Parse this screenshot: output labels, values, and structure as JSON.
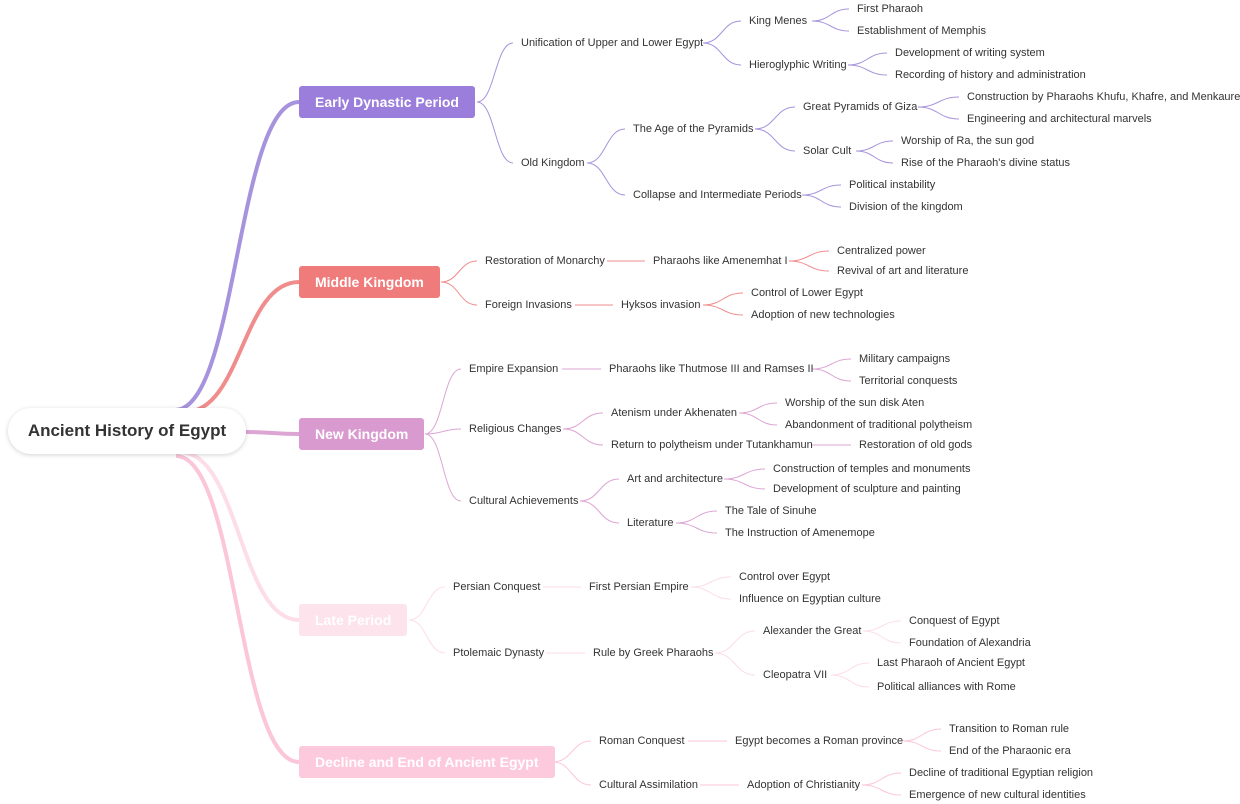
{
  "mindmap": {
    "root": "Ancient History of Egypt",
    "branches": [
      {
        "label": "Early Dynastic Period",
        "color": "#9B7EDB",
        "line_color": "#A793DD",
        "children": [
          {
            "label": "Unification of Upper and Lower Egypt",
            "children": [
              {
                "label": "King Menes",
                "children": [
                  {
                    "label": "First Pharaoh"
                  },
                  {
                    "label": "Establishment of Memphis"
                  }
                ]
              },
              {
                "label": "Hieroglyphic Writing",
                "children": [
                  {
                    "label": "Development of writing system"
                  },
                  {
                    "label": "Recording of history and administration"
                  }
                ]
              }
            ]
          },
          {
            "label": "Old Kingdom",
            "children": [
              {
                "label": "The Age of the Pyramids",
                "children": [
                  {
                    "label": "Great Pyramids of Giza",
                    "children": [
                      {
                        "label": "Construction by Pharaohs Khufu, Khafre, and Menkaure"
                      },
                      {
                        "label": "Engineering and architectural marvels"
                      }
                    ]
                  },
                  {
                    "label": "Solar Cult",
                    "children": [
                      {
                        "label": "Worship of Ra, the sun god"
                      },
                      {
                        "label": "Rise of the Pharaoh's divine status"
                      }
                    ]
                  }
                ]
              },
              {
                "label": "Collapse and Intermediate Periods",
                "children": [
                  {
                    "label": "Political instability"
                  },
                  {
                    "label": "Division of the kingdom"
                  }
                ]
              }
            ]
          }
        ]
      },
      {
        "label": "Middle Kingdom",
        "color": "#F07B7B",
        "line_color": "#F08C8C",
        "children": [
          {
            "label": "Restoration of Monarchy",
            "children": [
              {
                "label": "Pharaohs like Amenemhat I",
                "children": [
                  {
                    "label": "Centralized power"
                  },
                  {
                    "label": "Revival of art and literature"
                  }
                ]
              }
            ]
          },
          {
            "label": "Foreign Invasions",
            "children": [
              {
                "label": "Hyksos invasion",
                "children": [
                  {
                    "label": "Control of Lower Egypt"
                  },
                  {
                    "label": "Adoption of new technologies"
                  }
                ]
              }
            ]
          }
        ]
      },
      {
        "label": "New Kingdom",
        "color": "#D99ACF",
        "line_color": "#DDA5D4",
        "children": [
          {
            "label": "Empire Expansion",
            "children": [
              {
                "label": "Pharaohs like Thutmose III and Ramses II",
                "children": [
                  {
                    "label": "Military campaigns"
                  },
                  {
                    "label": "Territorial conquests"
                  }
                ]
              }
            ]
          },
          {
            "label": "Religious Changes",
            "children": [
              {
                "label": "Atenism under Akhenaten",
                "children": [
                  {
                    "label": "Worship of the sun disk Aten"
                  },
                  {
                    "label": "Abandonment of traditional polytheism"
                  }
                ]
              },
              {
                "label": "Return to polytheism under Tutankhamun",
                "children": [
                  {
                    "label": "Restoration of old gods"
                  }
                ]
              }
            ]
          },
          {
            "label": "Cultural Achievements",
            "children": [
              {
                "label": "Art and architecture",
                "children": [
                  {
                    "label": "Construction of temples and monuments"
                  },
                  {
                    "label": "Development of sculpture and painting"
                  }
                ]
              },
              {
                "label": "Literature",
                "children": [
                  {
                    "label": "The Tale of Sinuhe"
                  },
                  {
                    "label": "The Instruction of Amenemope"
                  }
                ]
              }
            ]
          }
        ]
      },
      {
        "label": "Late Period",
        "color": "#FCE3EC",
        "line_color": "#FCDDE8",
        "children": [
          {
            "label": "Persian Conquest",
            "children": [
              {
                "label": "First Persian Empire",
                "children": [
                  {
                    "label": "Control over Egypt"
                  },
                  {
                    "label": "Influence on Egyptian culture"
                  }
                ]
              }
            ]
          },
          {
            "label": "Ptolemaic Dynasty",
            "children": [
              {
                "label": "Rule by Greek Pharaohs",
                "children": [
                  {
                    "label": "Alexander the Great",
                    "children": [
                      {
                        "label": "Conquest of Egypt"
                      },
                      {
                        "label": "Foundation of Alexandria"
                      }
                    ]
                  },
                  {
                    "label": "Cleopatra VII",
                    "children": [
                      {
                        "label": "Last Pharaoh of Ancient Egypt"
                      },
                      {
                        "label": "Political alliances with Rome"
                      }
                    ]
                  }
                ]
              }
            ]
          }
        ]
      },
      {
        "label": "Decline and End of Ancient Egypt",
        "color": "#FDCADD",
        "line_color": "#FBC6DA",
        "children": [
          {
            "label": "Roman Conquest",
            "children": [
              {
                "label": "Egypt becomes a Roman province",
                "children": [
                  {
                    "label": "Transition to Roman rule"
                  },
                  {
                    "label": "End of the Pharaonic era"
                  }
                ]
              }
            ]
          },
          {
            "label": "Cultural Assimilation",
            "children": [
              {
                "label": "Adoption of Christianity",
                "children": [
                  {
                    "label": "Decline of traditional Egyptian religion"
                  },
                  {
                    "label": "Emergence of new cultural identities"
                  }
                ]
              }
            ]
          }
        ]
      }
    ]
  }
}
